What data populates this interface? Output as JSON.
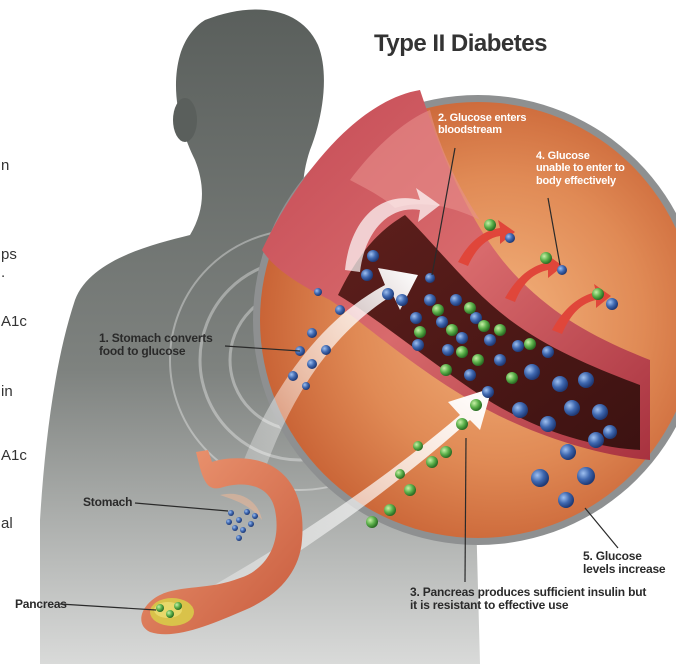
{
  "title": "Type II Diabetes",
  "left_text_fragments": [
    "n",
    "ps",
    ".",
    "A1c",
    "in",
    "A1c",
    "al"
  ],
  "labels": {
    "step1": "1. Stomach converts food to glucose",
    "step2": "2. Glucose enters bloodstream",
    "step3": "3. Pancreas produces sufficient insulin but it is resistant to effective use",
    "step4": "4. Glucose unable to enter to body effectively",
    "step5": "5. Glucose levels increase",
    "stomach": "Stomach",
    "pancreas": "Pancreas"
  },
  "colors": {
    "silhouette": "#5f6461",
    "vessel_bg": "#dd7a4a",
    "vessel_wall": "#b8434f",
    "stomach": "#e07a56",
    "glucose": "#3f68b0",
    "insulin": "#5cb14b"
  }
}
